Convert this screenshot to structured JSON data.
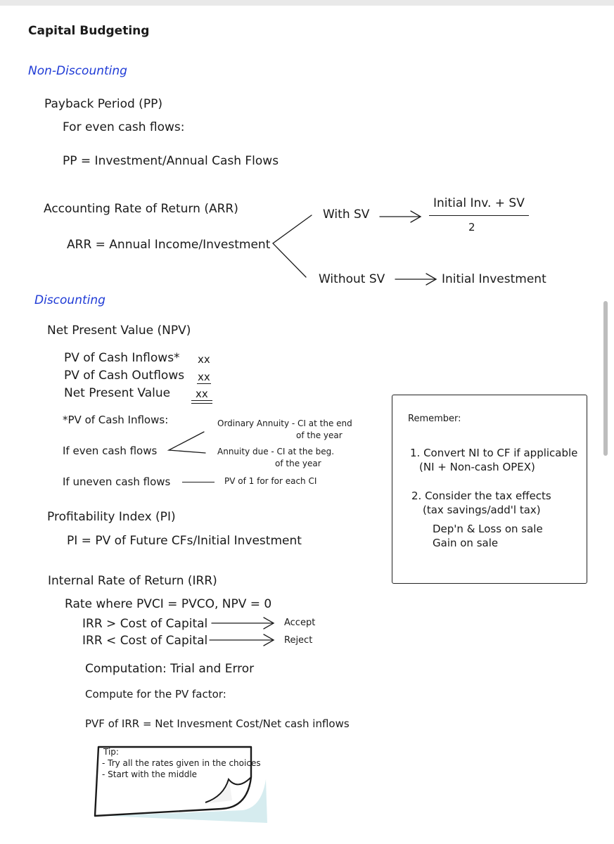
{
  "title": "Capital Budgeting",
  "non_discounting": {
    "heading": "Non-Discounting",
    "payback": {
      "title": "Payback Period (PP)",
      "even": "For even cash flows:",
      "formula": "PP = Investment/Annual Cash Flows"
    },
    "arr": {
      "title": "Accounting Rate of Return (ARR)",
      "formula": "ARR = Annual Income/Investment",
      "with_sv": "With SV",
      "with_sv_numerator": "Initial Inv. + SV",
      "with_sv_denominator": "2",
      "without_sv": "Without SV",
      "without_sv_result": "Initial Investment"
    }
  },
  "discounting": {
    "heading": "Discounting",
    "npv": {
      "title": "Net Present Value (NPV)",
      "rows": [
        {
          "label": "PV of Cash Inflows*",
          "value": "xx"
        },
        {
          "label": "PV of Cash Outflows",
          "value": "xx"
        },
        {
          "label": "Net Present Value",
          "value": "xx"
        }
      ],
      "note_title": "*PV of Cash Inflows:",
      "even_label": "If even cash flows",
      "ordinary_line1": "Ordinary Annuity - CI at the end",
      "ordinary_line2": "of the year",
      "due_line1": "Annuity due - CI at the beg.",
      "due_line2": "of the year",
      "uneven_label": "If uneven cash flows",
      "uneven_result": "PV of 1 for for each CI"
    },
    "pi": {
      "title": "Profitability Index (PI)",
      "formula": "PI = PV of Future CFs/Initial Investment"
    },
    "irr": {
      "title": "Internal Rate of Return (IRR)",
      "definition": "Rate where PVCI = PVCO, NPV = 0",
      "gt_label": "IRR > Cost of Capital",
      "gt_result": "Accept",
      "lt_label": "IRR < Cost of Capital",
      "lt_result": "Reject",
      "computation": "Computation: Trial and Error",
      "compute_pv": "Compute for the PV factor:",
      "pvf_formula": "PVF of IRR = Net Invesment Cost/Net cash inflows"
    }
  },
  "remember": {
    "title": "Remember:",
    "item1_line1": "1. Convert NI to CF if applicable",
    "item1_line2": "(NI + Non-cash OPEX)",
    "item2_line1": "2. Consider the tax effects",
    "item2_line2": "(tax savings/add'l tax)",
    "item2_sub1": "Dep'n & Loss on sale",
    "item2_sub2": "Gain on sale"
  },
  "tip": {
    "title": "Tip:",
    "line1": "- Try all the rates given in the choices",
    "line2": "- Start with the middle"
  }
}
